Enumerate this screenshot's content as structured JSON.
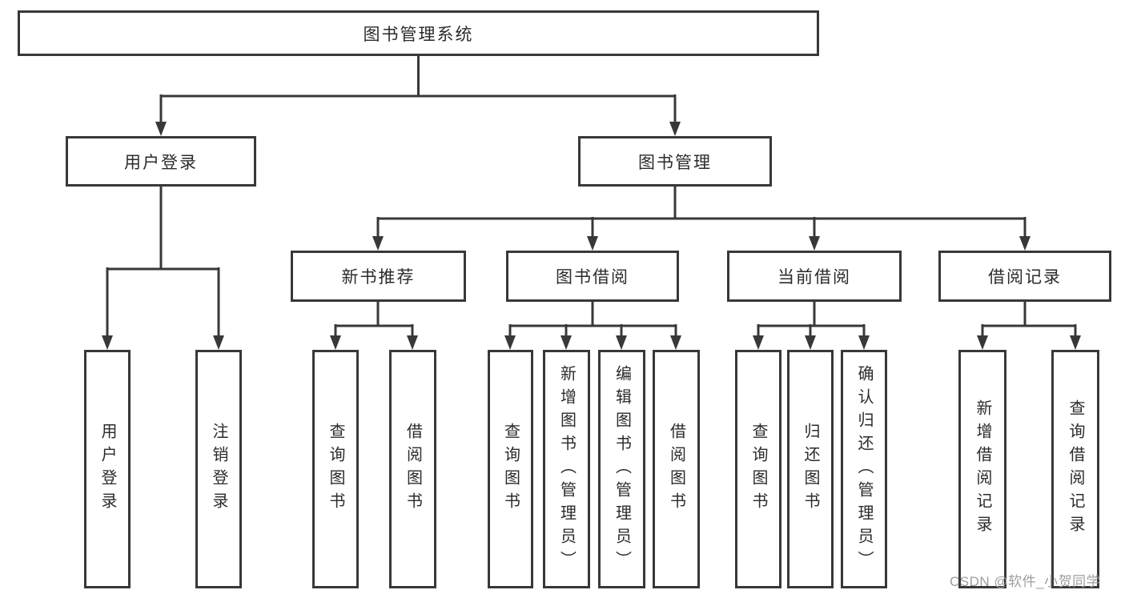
{
  "tree": {
    "label": "图书管理系统",
    "children": [
      {
        "label": "用户登录",
        "children": [
          {
            "label": "用户登录"
          },
          {
            "label": "注销登录"
          }
        ]
      },
      {
        "label": "图书管理",
        "children": [
          {
            "label": "新书推荐",
            "children": [
              {
                "label": "查询图书"
              },
              {
                "label": "借阅图书"
              }
            ]
          },
          {
            "label": "图书借阅",
            "children": [
              {
                "label": "查询图书"
              },
              {
                "label": "新增图书（管理员）"
              },
              {
                "label": "编辑图书（管理员）"
              },
              {
                "label": "借阅图书"
              }
            ]
          },
          {
            "label": "当前借阅",
            "children": [
              {
                "label": "查询图书"
              },
              {
                "label": "归还图书"
              },
              {
                "label": "确认归还（管理员）"
              }
            ]
          },
          {
            "label": "借阅记录",
            "children": [
              {
                "label": "新增借阅记录"
              },
              {
                "label": "查询借阅记录"
              }
            ]
          }
        ]
      }
    ]
  },
  "watermark": "CSDN @软件_小贺同学",
  "colors": {
    "line": "#383838",
    "box_border": "#383838",
    "box_background": "#ffffff",
    "text": "#2b2b2b",
    "watermark": "#9e9e9e",
    "background": "#ffffff"
  }
}
